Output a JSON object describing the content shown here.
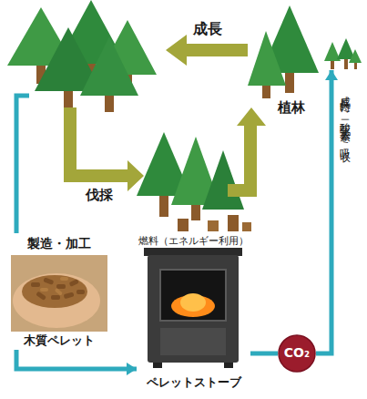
{
  "diagram": {
    "nodes": [
      {
        "text": [
          "植林"
        ]
      },
      {
        "text": [
          "製造・加工",
          "木質ペレット"
        ]
      },
      {
        "text": [
          "燃料（エネルギー利用）",
          "ペレットストーブ"
        ]
      },
      {
        "text": [
          "CO₂"
        ]
      }
    ],
    "edges": [
      {
        "from": 1,
        "to": 2,
        "arrow": "to"
      },
      {
        "from": 2,
        "to": 3,
        "arrow": "none"
      },
      {
        "from": 3,
        "to": 0,
        "arrow": "to",
        "label": "成長時に二酸化炭素を吸収"
      }
    ],
    "labels": [
      "成長",
      "伐採"
    ]
  }
}
